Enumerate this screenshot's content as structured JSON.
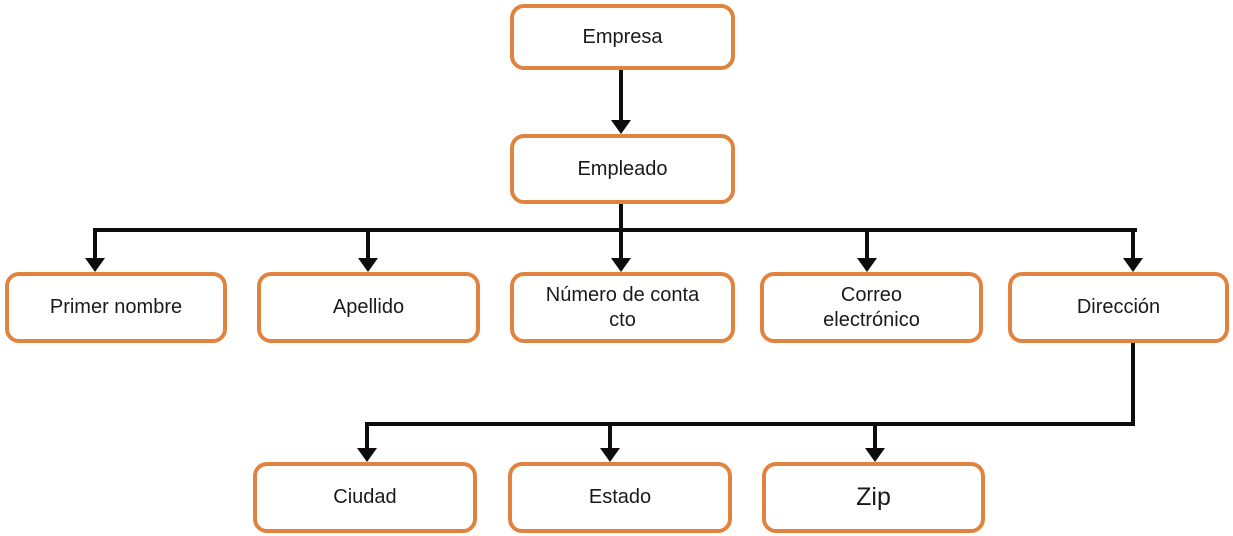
{
  "colors": {
    "accent": "#E0833F",
    "line": "#0D0D0D",
    "bg": "#FFFFFF",
    "text": "#1A1A1A"
  },
  "diagram": {
    "type": "hierarchy",
    "nodes": {
      "empresa": {
        "label": "Empresa"
      },
      "empleado": {
        "label": "Empleado"
      },
      "primer_nombre": {
        "label": "Primer nombre"
      },
      "apellido": {
        "label": "Apellido"
      },
      "numero_contacto": {
        "label": "Número de conta\ncto"
      },
      "correo_electronico": {
        "label": "Correo\nelectrónico"
      },
      "direccion": {
        "label": "Dirección"
      },
      "ciudad": {
        "label": "Ciudad"
      },
      "estado": {
        "label": "Estado"
      },
      "zip": {
        "label": "Zip"
      }
    },
    "edges": [
      {
        "from": "empresa",
        "to": "empleado"
      },
      {
        "from": "empleado",
        "to": "primer_nombre"
      },
      {
        "from": "empleado",
        "to": "apellido"
      },
      {
        "from": "empleado",
        "to": "numero_contacto"
      },
      {
        "from": "empleado",
        "to": "correo_electronico"
      },
      {
        "from": "empleado",
        "to": "direccion"
      },
      {
        "from": "direccion",
        "to": "ciudad"
      },
      {
        "from": "direccion",
        "to": "estado"
      },
      {
        "from": "direccion",
        "to": "zip"
      }
    ]
  }
}
